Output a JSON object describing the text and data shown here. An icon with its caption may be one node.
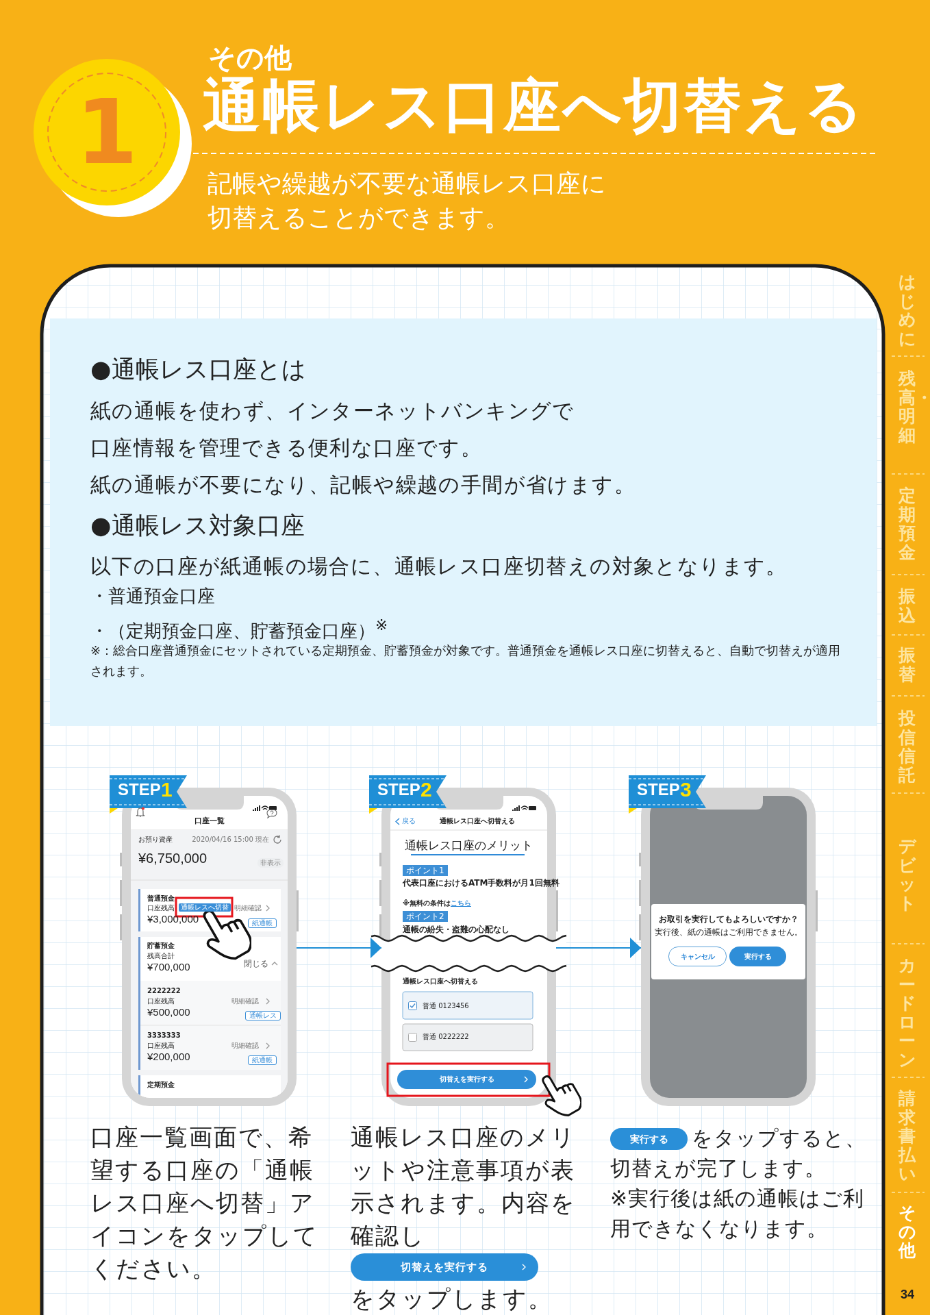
{
  "diagram": {
    "title": "通帳レス口座へ切替える",
    "nodes": [
      {
        "text": [
          "1"
        ]
      },
      {
        "text": [
          "STEP",
          "1",
          "口座一覧",
          "お預り資産",
          "2020/04/16 15:00 現在",
          "¥6,750,000",
          "非表示",
          "普通預金",
          "口座残高",
          "通帳レスへ切替",
          "¥3,000,000",
          "明細確認",
          "紙通帳",
          "貯蓄預金",
          "残高合計",
          "¥700,000",
          "閉じる",
          "2222222",
          "口座残高",
          "¥500,000",
          "明細確認",
          "通帳レス",
          "3333333",
          "口座残高",
          "¥200,000",
          "明細確認",
          "紙通帳",
          "定期預金"
        ],
        "beside": [
          "口座一覧画面で、希望する口座の「通帳レス口座へ切替」アイコンをタップしてください。"
        ]
      },
      {
        "text": [
          "STEP",
          "2",
          "戻る",
          "通帳レス口座へ切替える",
          "通帳レス口座のメリット",
          "ポイント1",
          "代表口座におけるATM手数料が月1回無料",
          "※無料の条件は",
          "こちら",
          "ポイント2",
          "通帳の紛失・盗難の心配なし",
          "通帳レス口座へ切替える",
          "普通 0123456",
          "普通 0222222",
          "切替えを実行する"
        ],
        "beside": [
          "通帳レス口座のメリットや注意事項が表示されます。内容を確認し",
          "切替えを実行する",
          "をタップします。"
        ]
      },
      {
        "text": [
          "STEP",
          "3",
          "お取引を実行してもよろしいですか？",
          "実行後、紙の通帳はご利用できません。",
          "キャンセル",
          "実行する"
        ],
        "beside": [
          "実行する",
          "をタップすると、切替えが完了します。",
          "※実行後は紙の通帳はご利用できなくなります。"
        ]
      }
    ],
    "edges": [
      {
        "from": 1,
        "to": 2,
        "arrow": "to"
      },
      {
        "from": 2,
        "to": 3,
        "arrow": "to"
      }
    ],
    "labels": [
      "その他",
      "記帳や繰越が不要な通帳レス口座に切替えることができます。",
      "●通帳レス口座とは",
      "紙の通帳を使わず、インターネットバンキングで口座情報を管理できる便利な口座です。",
      "紙の通帳が不要になり、記帳や繰越の手間が省けます。",
      "●通帳レス対象口座",
      "以下の口座が紙通帳の場合に、通帳レス口座切替えの対象となります。",
      "・普通預金口座",
      "・（定期預金口座、貯蓄預金口座）$^{※}$",
      "※：総合口座普通預金にセットされている定期預金、貯蓄預金が対象です。普通預金を通帳レス口座に切替えると、自動で切替えが適用されます。",
      "はじめに",
      "残高・明細",
      "定期預金",
      "振込",
      "振替",
      "投信信託",
      "デビット",
      "カードローン",
      "請求書払い",
      "その他",
      "34"
    ]
  }
}
